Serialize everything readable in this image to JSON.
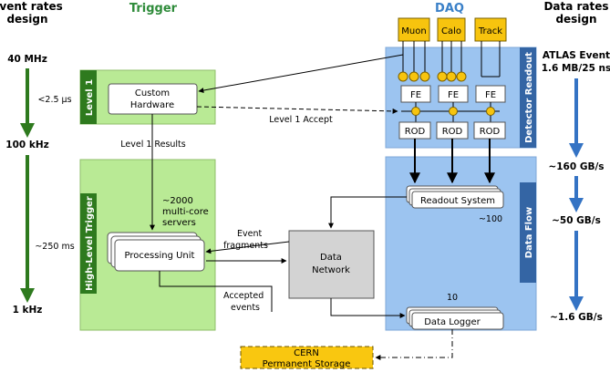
{
  "headers": {
    "event_rates": [
      "Event rates",
      "design"
    ],
    "trigger": "Trigger",
    "daq": "DAQ",
    "data_rates": [
      "Data rates",
      "design"
    ]
  },
  "event_rates": {
    "r40mhz": "40 MHz",
    "lat1": "<2.5 μs",
    "r100khz": "100 kHz",
    "lat2": "~250 ms",
    "r1khz": "1 kHz"
  },
  "data_rates": {
    "atlas": [
      "ATLAS Event",
      "1.6 MB/25 ns"
    ],
    "d160": "~160 GB/s",
    "d50": "~50 GB/s",
    "d1_6": "~1.6 GB/s"
  },
  "trigger": {
    "level1": "Level 1",
    "custom_hw": [
      "Custom",
      "Hardware"
    ],
    "l1_results": "Level 1   Results",
    "hlt": "High-Level Trigger",
    "servers": [
      "~2000",
      "multi-core",
      "servers"
    ],
    "proc_unit": "Processing Unit"
  },
  "daq": {
    "detectors": [
      "Muon",
      "Calo",
      "Track"
    ],
    "fe": [
      "FE",
      "FE",
      "FE"
    ],
    "rod": [
      "ROD",
      "ROD",
      "ROD"
    ],
    "detector_readout": "Detector Readout",
    "l1_accept": "Level 1 Accept",
    "readout_system": "Readout System",
    "count100": "~100",
    "data_flow": "Data Flow",
    "count10": "10",
    "data_logger": "Data Logger"
  },
  "network": {
    "label": [
      "Data",
      "Network"
    ],
    "event_fragments": [
      "Event",
      "fragments"
    ],
    "accepted_events": [
      "Accepted",
      "events"
    ]
  },
  "storage": [
    "CERN",
    "Permanent Storage"
  ],
  "colors": {
    "trigger_green": "#b9ea95",
    "trigger_dark": "#2e7a1e",
    "header_green": "#2e8b3a",
    "daq_blue": "#9cc4f0",
    "daq_dark": "#3465a4",
    "rate_blue": "#3473c4",
    "detector_yellow": "#f7c40e",
    "network_gray": "#d3d3d3",
    "storage_orange": "#f9c710"
  }
}
